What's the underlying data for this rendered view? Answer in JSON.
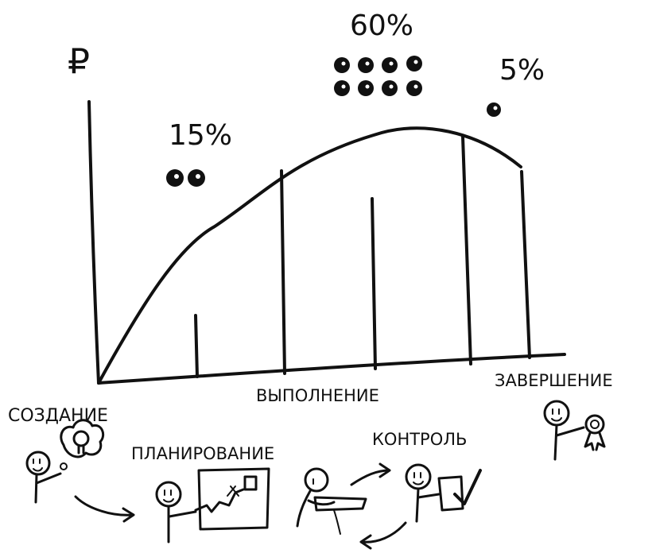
{
  "currency_symbol": "₽",
  "phases": {
    "creation": "СОЗДАНИЕ",
    "planning": "ПЛАНИРОВАНИЕ",
    "execution": "ВЫПОЛНЕНИЕ",
    "control": "КОНТРОЛЬ",
    "completion": "ЗАВЕРШЕНИЕ"
  },
  "cost_shares": {
    "early": "15%",
    "middle": "60%",
    "late": "5%"
  }
}
